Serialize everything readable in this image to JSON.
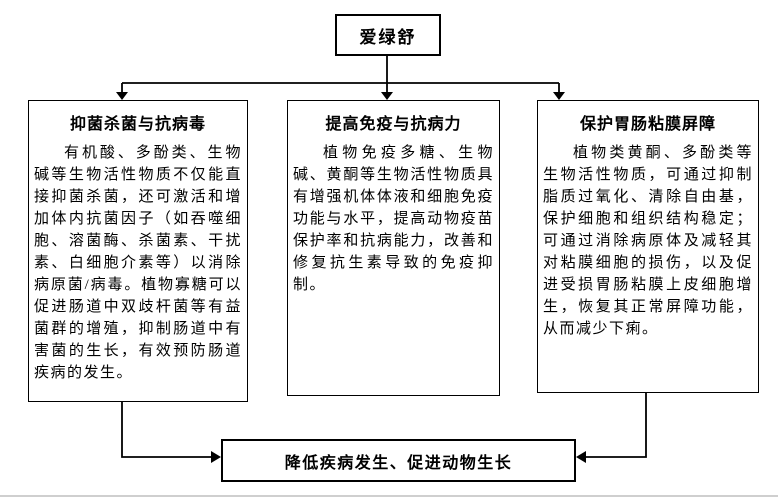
{
  "diagram": {
    "root_label": "爱绿舒",
    "branches": [
      {
        "title": "抑菌杀菌与抗病毒",
        "body": "有机酸、多酚类、生物碱等生物活性物质不仅能直接抑菌杀菌，还可激活和增加体内抗菌因子（如吞噬细胞、溶菌酶、杀菌素、干扰素、白细胞介素等）以消除病原菌/病毒。植物寡糖可以促进肠道中双歧杆菌等有益菌群的增殖，抑制肠道中有害菌的生长，有效预防肠道疾病的发生。"
      },
      {
        "title": "提高免疫与抗病力",
        "body": "植物免疫多糖、生物碱、黄酮等生物活性物质具有增强机体体液和细胞免疫功能与水平，提高动物疫苗保护率和抗病能力，改善和修复抗生素导致的免疫抑制。"
      },
      {
        "title": "保护胃肠粘膜屏障",
        "body": "植物类黄酮、多酚类等生物活性物质，可通过抑制脂质过氧化、清除自由基，保护细胞和组织结构稳定；可通过消除病原体及减轻其对粘膜细胞的损伤，以及促进受损胃肠粘膜上皮细胞增生，恢复其正常屏障功能，从而减少下痢。"
      }
    ],
    "outcome_label": "降低疾病发生、促进动物生长",
    "colors": {
      "line": "#000000",
      "box_border": "#000000",
      "background": "#ffffff",
      "footer_rule": "#cfcfcf"
    }
  }
}
